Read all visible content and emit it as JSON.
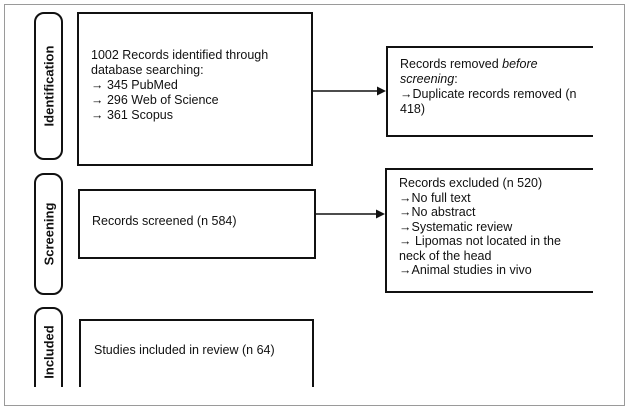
{
  "phases": {
    "identification": "Identification",
    "screening": "Screening",
    "included": "Included"
  },
  "boxes": {
    "identified": [
      "1002 Records identified through",
      "database searching:",
      "→ 345 PubMed",
      "→ 296 Web of Science",
      "→ 361 Scopus"
    ],
    "removed": {
      "line1_prefix": "Records removed ",
      "line1_emph": "before",
      "line2_emph": "screening",
      "line2_suffix": ":",
      "line3": "→Duplicate records removed (n",
      "line4": "418)"
    },
    "screened": "Records screened (n 584)",
    "excluded": [
      "Records excluded (n 520)",
      "→No full text",
      "→No abstract",
      "→Systematic review",
      "→ Lipomas not located in the",
      "neck of the head",
      "→Animal studies in vivo"
    ],
    "included": "Studies included in review (n 64)"
  }
}
